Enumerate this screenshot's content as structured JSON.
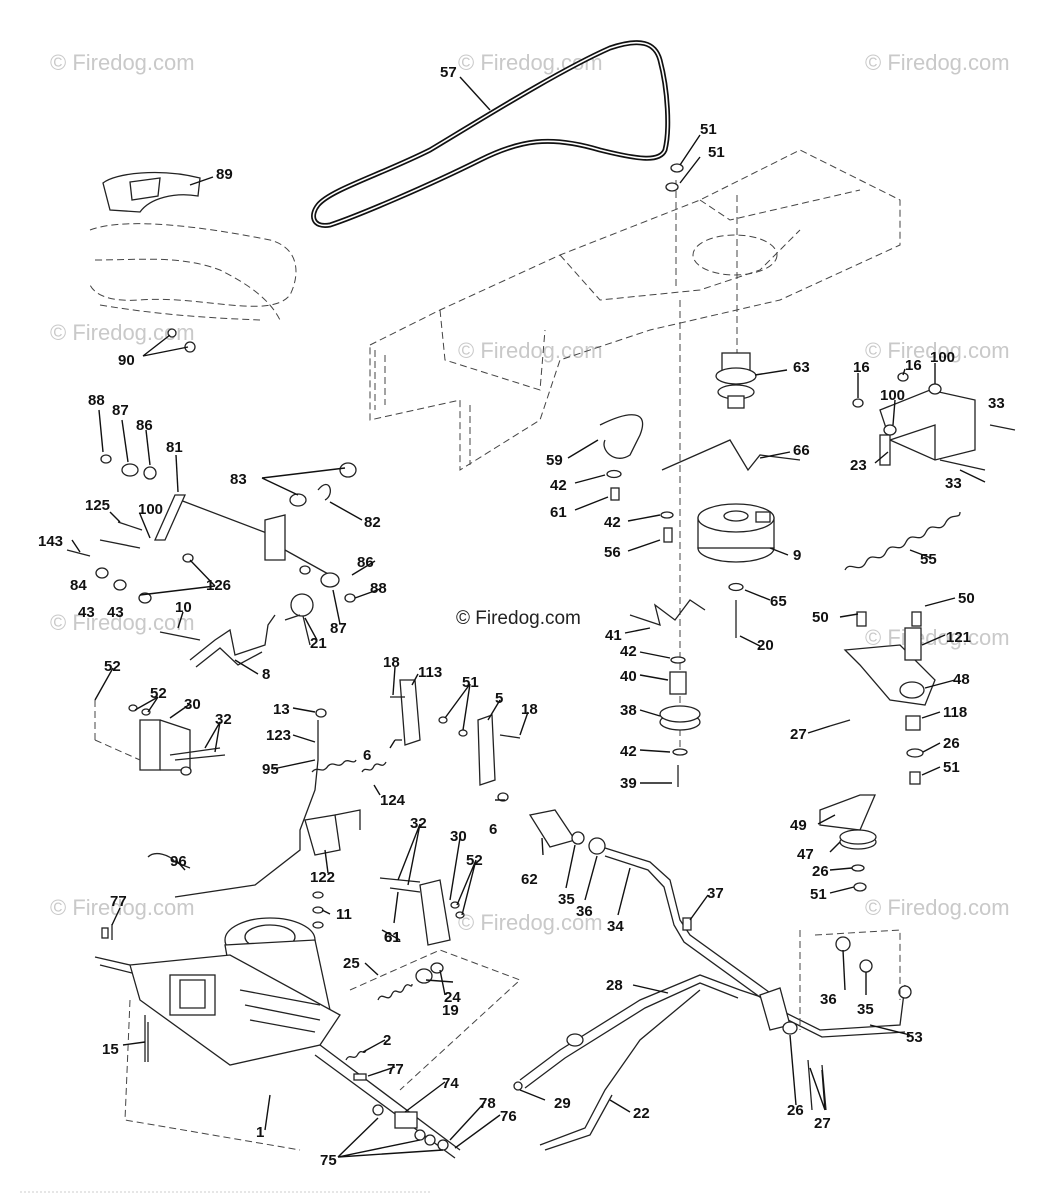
{
  "diagram": {
    "watermark_text": "© Firedog.com",
    "center_watermark": "© Firedog.com",
    "labels": [
      "57",
      "89",
      "51",
      "51",
      "90",
      "63",
      "16",
      "100",
      "16",
      "100",
      "33",
      "33",
      "23",
      "88",
      "87",
      "86",
      "81",
      "83",
      "82",
      "59",
      "66",
      "42",
      "61",
      "42",
      "56",
      "9",
      "125",
      "100",
      "143",
      "84",
      "43",
      "43",
      "126",
      "86",
      "88",
      "87",
      "10",
      "21",
      "55",
      "65",
      "20",
      "41",
      "50",
      "50",
      "121",
      "48",
      "8",
      "52",
      "52",
      "30",
      "32",
      "18",
      "113",
      "51",
      "5",
      "18",
      "42",
      "40",
      "38",
      "42",
      "39",
      "27",
      "118",
      "26",
      "51",
      "13",
      "123",
      "95",
      "6",
      "124",
      "6",
      "61",
      "122",
      "96",
      "32",
      "30",
      "52",
      "62",
      "35",
      "36",
      "34",
      "37",
      "49",
      "47",
      "26",
      "51",
      "77",
      "11",
      "61",
      "25",
      "24",
      "19",
      "28",
      "36",
      "35",
      "53",
      "15",
      "2",
      "77",
      "74",
      "78",
      "76",
      "29",
      "22",
      "26",
      "27",
      "1",
      "75"
    ]
  }
}
